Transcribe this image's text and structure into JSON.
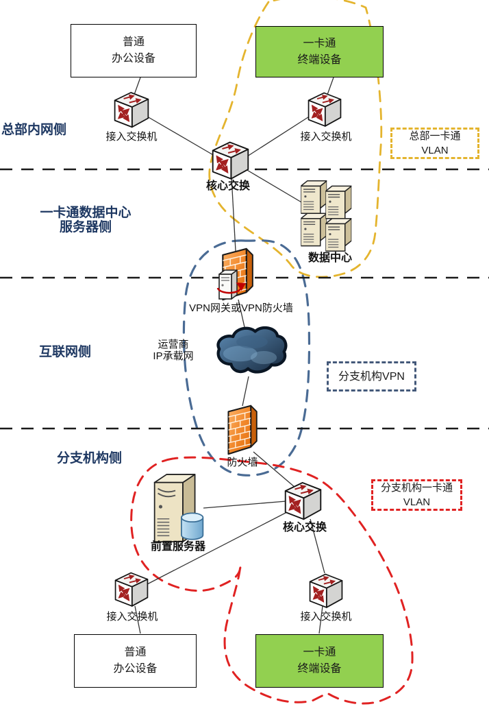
{
  "sections": {
    "hq": "总部内网侧",
    "datacenter_line1": "一卡通数据中心",
    "datacenter_line2": "服务器侧",
    "internet": "互联网侧",
    "branch": "分支机构侧"
  },
  "boxes": {
    "hq_office": {
      "line1": "普通",
      "line2": "办公设备"
    },
    "hq_onecard": {
      "line1": "一卡通",
      "line2": "终端设备"
    },
    "branch_office": {
      "line1": "普通",
      "line2": "办公设备"
    },
    "branch_onecard": {
      "line1": "一卡通",
      "line2": "终端设备"
    }
  },
  "devices": {
    "hq_access_left": "接入交换机",
    "hq_access_right": "接入交换机",
    "hq_core": "核心交换",
    "datacenter": "数据中心",
    "vpn_gateway": "VPN网关或VPN防火墙",
    "carrier_line1": "运营商",
    "carrier_line2": "IP承载网",
    "firewall": "防火墙",
    "front_server": "前置服务器",
    "branch_core": "核心交换",
    "branch_access_left": "接入交换机",
    "branch_access_right": "接入交换机"
  },
  "vlan_labels": {
    "hq_line1": "总部一卡通",
    "hq_line2": "VLAN",
    "branch_line1": "分支机构一卡通",
    "branch_line2": "VLAN",
    "vpn": "分支机构VPN"
  },
  "icons": {
    "switch": "switch-icon",
    "firewall": "firewall-icon",
    "vpn_gateway": "vpn-gateway-icon",
    "cloud": "carrier-cloud-icon",
    "server": "front-server-icon",
    "datacenter": "datacenter-servers-icon"
  },
  "colors": {
    "section_label": "#1E3862",
    "onecard_fill": "#92D050",
    "vlan_hq_border": "#E4B42E",
    "vlan_branch_border": "#E02222",
    "vpn_zone_border": "#4A6B94",
    "firewall_orange": "#F07F1E",
    "switch_arrow_red": "#A32020"
  }
}
